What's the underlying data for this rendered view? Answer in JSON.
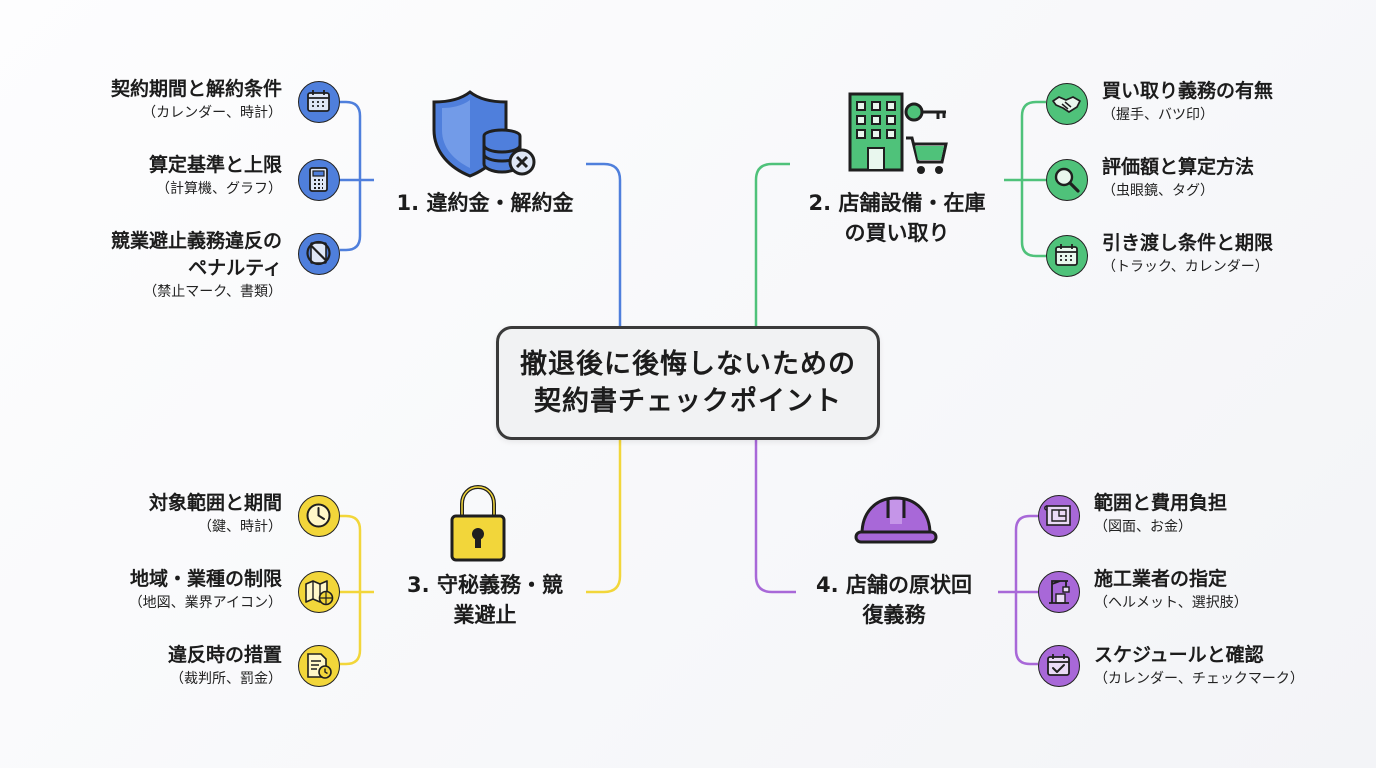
{
  "title": {
    "line1": "撤退後に後悔しないための",
    "line2": "契約書チェックポイント"
  },
  "colors": {
    "blue": "#4f7fdc",
    "green": "#4fc27a",
    "yellow": "#f2d63a",
    "purple": "#a868d8"
  },
  "branches": [
    {
      "title": [
        "1. 違約金・解約金"
      ],
      "main_icon": "shield-coins-icon",
      "items": [
        {
          "title": [
            "契約期間と解約条件"
          ],
          "sub": "（カレンダー、時計）",
          "icon": "calendar-icon"
        },
        {
          "title": [
            "算定基準と上限"
          ],
          "sub": "（計算機、グラフ）",
          "icon": "calculator-icon"
        },
        {
          "title": [
            "競業避止義務違反の",
            "ペナルティ"
          ],
          "sub": "（禁止マーク、書類）",
          "icon": "prohibited-document-icon"
        }
      ]
    },
    {
      "title": [
        "2. 店舗設備・在庫",
        "の買い取り"
      ],
      "main_icon": "building-key-cart-icon",
      "items": [
        {
          "title": [
            "買い取り義務の有無"
          ],
          "sub": "（握手、バツ印）",
          "icon": "handshake-icon"
        },
        {
          "title": [
            "評価額と算定方法"
          ],
          "sub": "（虫眼鏡、タグ）",
          "icon": "magnifier-icon"
        },
        {
          "title": [
            "引き渡し条件と期限"
          ],
          "sub": "（トラック、カレンダー）",
          "icon": "calendar-icon"
        }
      ]
    },
    {
      "title": [
        "3. 守秘義務・競",
        "業避止"
      ],
      "main_icon": "padlock-icon",
      "items": [
        {
          "title": [
            "対象範囲と期間"
          ],
          "sub": "（鍵、時計）",
          "icon": "clock-icon"
        },
        {
          "title": [
            "地域・業種の制限"
          ],
          "sub": "（地図、業界アイコン）",
          "icon": "map-globe-icon"
        },
        {
          "title": [
            "違反時の措置"
          ],
          "sub": "（裁判所、罰金）",
          "icon": "document-clock-icon"
        }
      ]
    },
    {
      "title": [
        "4. 店舗の原状回",
        "復義務"
      ],
      "main_icon": "hard-hat-icon",
      "items": [
        {
          "title": [
            "範囲と費用負担"
          ],
          "sub": "（図面、お金）",
          "icon": "blueprint-icon"
        },
        {
          "title": [
            "施工業者の指定"
          ],
          "sub": "（ヘルメット、選択肢）",
          "icon": "crane-icon"
        },
        {
          "title": [
            "スケジュールと確認"
          ],
          "sub": "（カレンダー、チェックマーク）",
          "icon": "calendar-check-icon"
        }
      ]
    }
  ]
}
